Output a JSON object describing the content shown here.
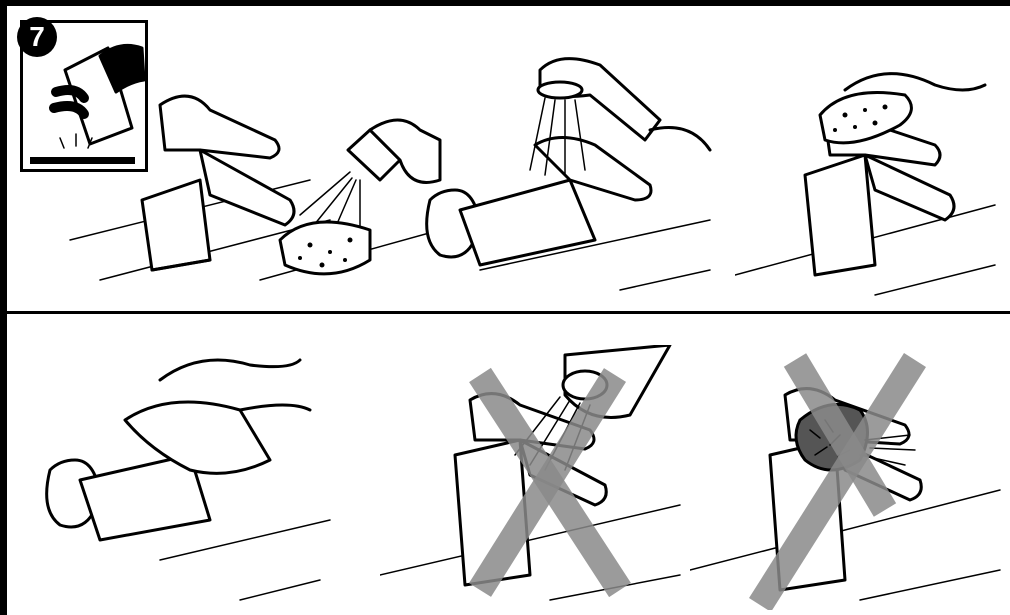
{
  "step": {
    "number": "7",
    "icon": "wipe-dry-icon"
  },
  "panels": [
    {
      "id": "apply-cleaner",
      "icon": "spray-bottle-icon",
      "prohibited": false
    },
    {
      "id": "rinse-with-shower",
      "icon": "hand-shower-icon",
      "prohibited": false
    },
    {
      "id": "wipe-with-sponge",
      "icon": "sponge-icon",
      "prohibited": false
    },
    {
      "id": "dry-with-cloth",
      "icon": "cloth-icon",
      "prohibited": false
    },
    {
      "id": "no-high-pressure-jet",
      "icon": "jet-nozzle-icon",
      "prohibited": true
    },
    {
      "id": "no-abrasive-pad",
      "icon": "abrasive-pad-icon",
      "prohibited": true
    }
  ],
  "colors": {
    "line": "#000000",
    "background": "#ffffff",
    "prohibition_cross": "#8a8a8a"
  }
}
